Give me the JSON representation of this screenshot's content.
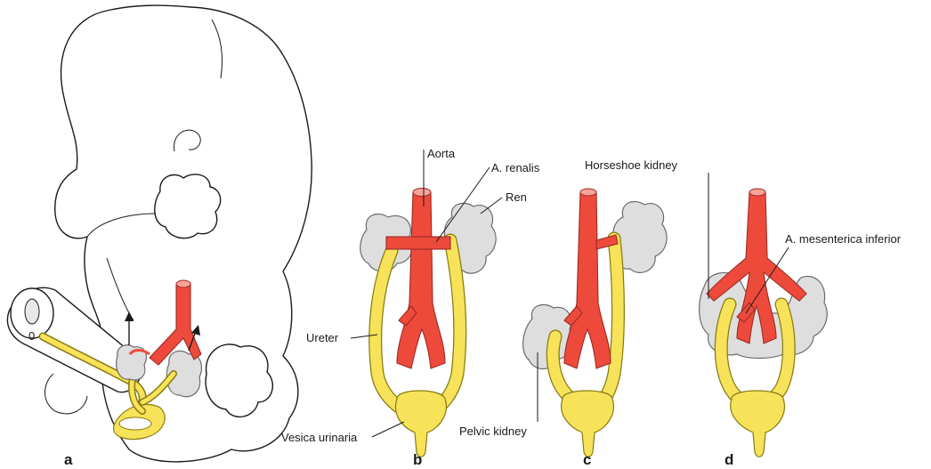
{
  "labels": {
    "aorta": "Aorta",
    "a_renalis": "A. renalis",
    "ren": "Ren",
    "ureter": "Ureter",
    "vesica_urinaria": "Vesica urinaria",
    "pelvic_kidney": "Pelvic kidney",
    "horseshoe_kidney": "Horseshoe kidney",
    "a_mesenterica_inferior": "A. mesenterica inferior",
    "cord_marker": "0"
  },
  "panels": [
    "a",
    "b",
    "c",
    "d"
  ],
  "colors": {
    "artery": "#ee4a3c",
    "ureter": "#f6e35a",
    "kidney": "#dedede",
    "outline": "#1a1a1a"
  }
}
